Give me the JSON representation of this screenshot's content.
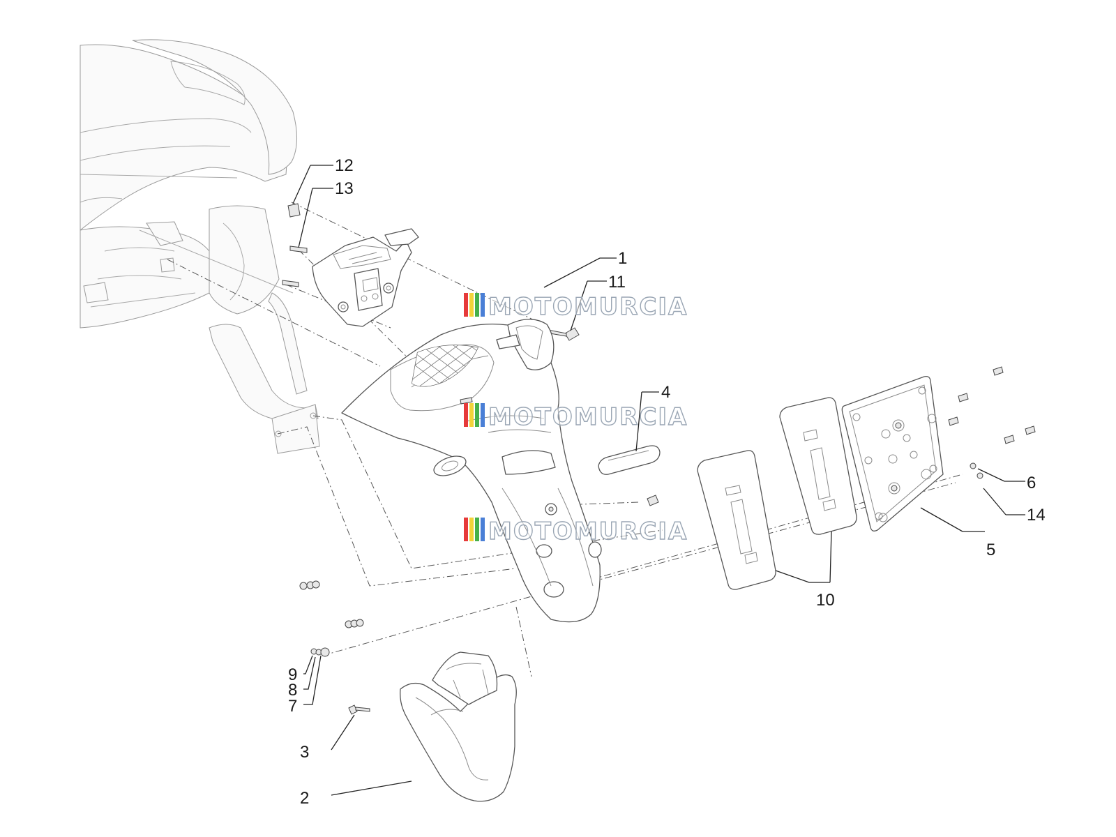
{
  "watermark": {
    "text": "MOTOMURCIA",
    "stripe_colors": [
      "#e63a3a",
      "#f2d33a",
      "#46b04a",
      "#4a7fd6"
    ]
  },
  "callouts": [
    {
      "id": "1",
      "label": "1"
    },
    {
      "id": "2",
      "label": "2"
    },
    {
      "id": "3",
      "label": "3"
    },
    {
      "id": "4",
      "label": "4"
    },
    {
      "id": "5",
      "label": "5"
    },
    {
      "id": "6",
      "label": "6"
    },
    {
      "id": "7",
      "label": "7"
    },
    {
      "id": "8",
      "label": "8"
    },
    {
      "id": "9",
      "label": "9"
    },
    {
      "id": "10",
      "label": "10"
    },
    {
      "id": "11",
      "label": "11"
    },
    {
      "id": "12",
      "label": "12"
    },
    {
      "id": "13",
      "label": "13"
    },
    {
      "id": "14",
      "label": "14"
    }
  ]
}
